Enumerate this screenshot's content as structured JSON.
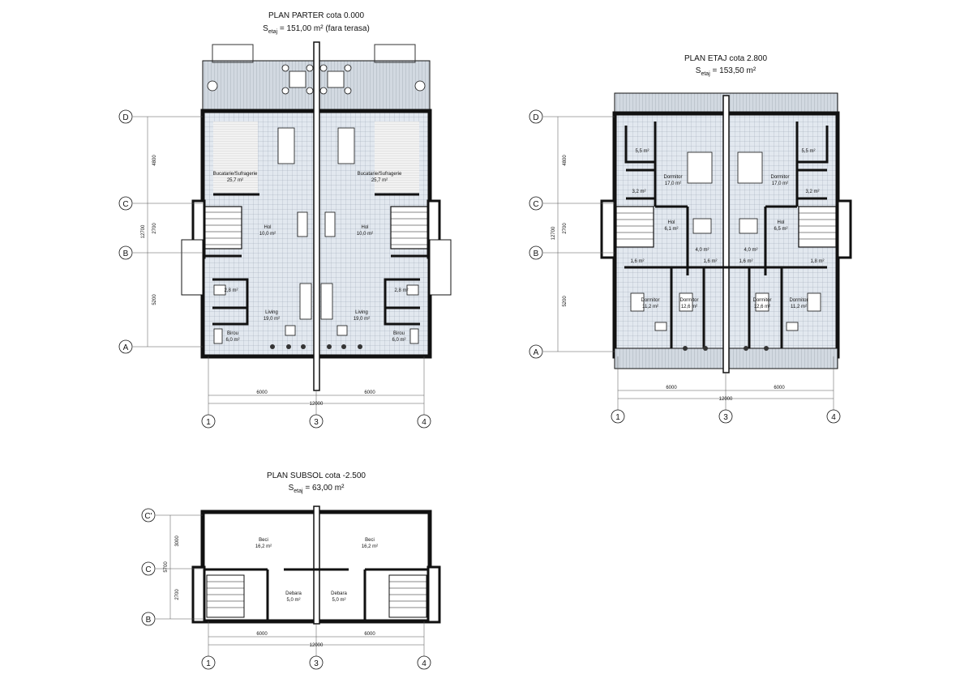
{
  "plans": {
    "parter": {
      "title": "PLAN  PARTER   cota 0.000",
      "area_label": "S",
      "area_sub": "etaj",
      "area_value": " = 151,00 m²  (fara terasa)",
      "rooms": [
        {
          "name": "Bucatarie/Sufragerie",
          "area": "25,7 m²"
        },
        {
          "name": "Bucatarie/Sufragerie",
          "area": "25,7 m²"
        },
        {
          "name": "Hol",
          "area": "10,0 m²"
        },
        {
          "name": "Hol",
          "area": "10,0 m²"
        },
        {
          "name": "",
          "area": "2,8 m²"
        },
        {
          "name": "",
          "area": "2,8 m²"
        },
        {
          "name": "Living",
          "area": "19,0 m²"
        },
        {
          "name": "Living",
          "area": "19,0 m²"
        },
        {
          "name": "Birou",
          "area": "6,0 m²"
        },
        {
          "name": "Birou",
          "area": "6,0 m²"
        }
      ],
      "row_axes": [
        "D",
        "C",
        "B",
        "A"
      ],
      "col_axes": [
        "1",
        "3",
        "4"
      ],
      "vdims": [
        "4800",
        "2700",
        "5200"
      ],
      "vtotal": "12700",
      "hdims": [
        "6000",
        "6000"
      ],
      "htotal": "12000"
    },
    "etaj": {
      "title": "PLAN  ETAJ   cota 2.800",
      "area_label": "S",
      "area_sub": "etaj",
      "area_value": " = 153,50 m²",
      "rooms": [
        {
          "name": "",
          "area": "5,5 m²"
        },
        {
          "name": "",
          "area": "5,5 m²"
        },
        {
          "name": "Dormitor",
          "area": "17,0 m²"
        },
        {
          "name": "Dormitor",
          "area": "17,0 m²"
        },
        {
          "name": "",
          "area": "3,2 m²"
        },
        {
          "name": "",
          "area": "3,2 m²"
        },
        {
          "name": "Hol",
          "area": "6,1 m²"
        },
        {
          "name": "Hol",
          "area": "6,5 m²"
        },
        {
          "name": "",
          "area": "4,0 m²"
        },
        {
          "name": "",
          "area": "4,0 m²"
        },
        {
          "name": "",
          "area": "1,6 m²"
        },
        {
          "name": "",
          "area": "1,6 m²"
        },
        {
          "name": "",
          "area": "1,6 m²"
        },
        {
          "name": "",
          "area": "1,8 m²"
        },
        {
          "name": "Dormitor",
          "area": "11,2 m²"
        },
        {
          "name": "Dormitor",
          "area": "12,6 m²"
        },
        {
          "name": "Dormitor",
          "area": "12,6 m²"
        },
        {
          "name": "Dormitor",
          "area": "11,2 m²"
        }
      ],
      "row_axes": [
        "D",
        "C",
        "B",
        "A"
      ],
      "col_axes": [
        "1",
        "3",
        "4"
      ],
      "vdims": [
        "4800",
        "2700",
        "5200"
      ],
      "vtotal": "12700",
      "hdims": [
        "6000",
        "6000"
      ],
      "htotal": "12000"
    },
    "subsol": {
      "title": "PLAN  SUBSOL   cota -2.500",
      "area_label": "S",
      "area_sub": "etaj",
      "area_value": " = 63,00 m²",
      "rooms": [
        {
          "name": "Beci",
          "area": "16,2 m²"
        },
        {
          "name": "Beci",
          "area": "16,2 m²"
        },
        {
          "name": "Debara",
          "area": "5,0 m²"
        },
        {
          "name": "Debara",
          "area": "5,0 m²"
        }
      ],
      "row_axes": [
        "C'",
        "C",
        "B"
      ],
      "col_axes": [
        "1",
        "3",
        "4"
      ],
      "vdims": [
        "3000",
        "2700"
      ],
      "vtotal": "5700",
      "hdims": [
        "6000",
        "6000"
      ],
      "htotal": "12000"
    }
  },
  "colors": {
    "wall": "#111111",
    "floor": "#dfe5ec",
    "terrace": "#c9d2dc",
    "line": "#222222"
  }
}
